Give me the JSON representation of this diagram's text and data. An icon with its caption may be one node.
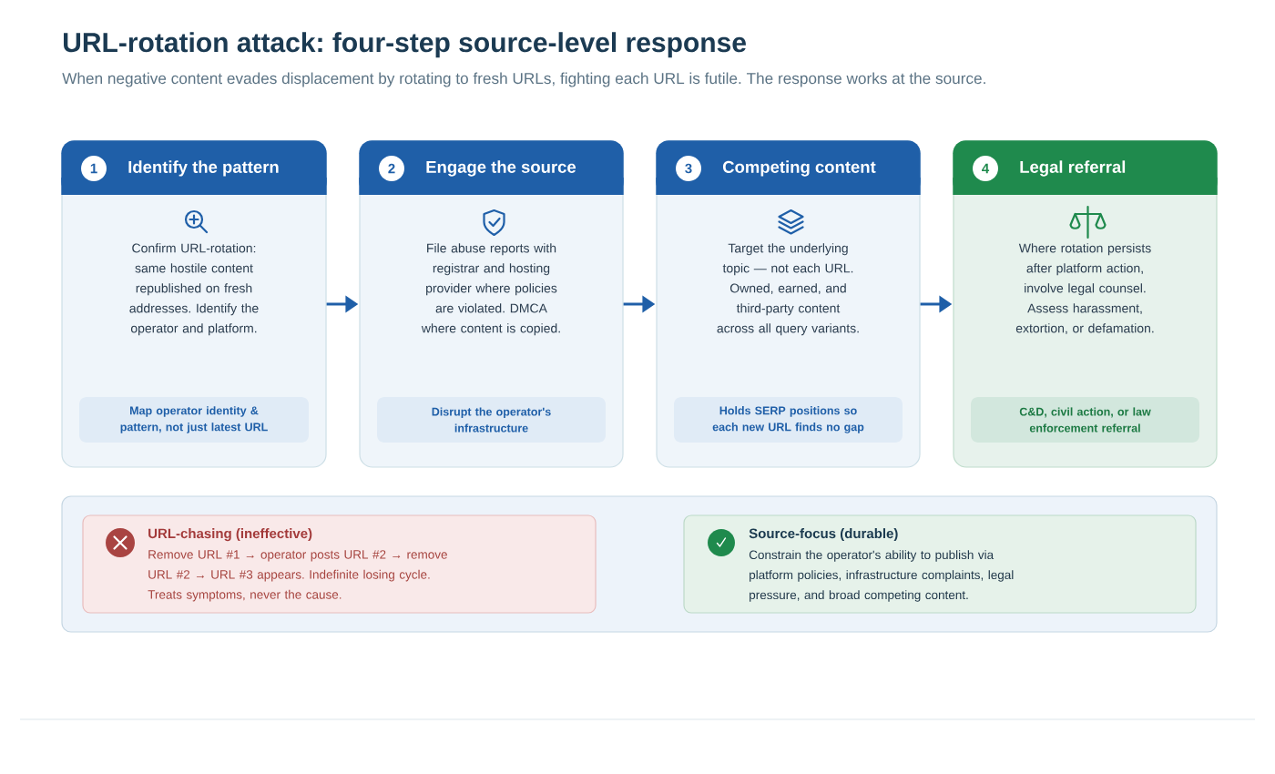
{
  "diagram": {
    "title": "URL-rotation attack: four-step source-level response",
    "nodes": [
      {
        "text": [
          "Identify the pattern",
          "Confirm URL-rotation: same hostile content republished on fresh addresses. Identify the operator and platform."
        ]
      },
      {
        "text": [
          "1"
        ],
        "in": 0
      },
      {
        "text": [
          "Map operator identity & pattern, not just latest URL"
        ],
        "in": 0
      },
      {
        "text": [
          "Engage the source",
          "File abuse reports with registrar and hosting provider where policies are violated. DMCA where content is copied."
        ]
      },
      {
        "text": [
          "2"
        ],
        "in": 3
      },
      {
        "text": [
          "Disrupt the operator's infrastructure"
        ],
        "in": 3
      },
      {
        "text": [
          "Competing content",
          "Target the underlying topic — not each URL. Owned, earned, and third-party content across all query variants."
        ]
      },
      {
        "text": [
          "3"
        ],
        "in": 6
      },
      {
        "text": [
          "Holds SERP positions so each new URL finds no gap"
        ],
        "in": 6
      },
      {
        "text": [
          "Legal referral",
          "Where rotation persists after platform action, involve legal counsel. Assess harassment, extortion, or defamation."
        ]
      },
      {
        "text": [
          "4"
        ],
        "in": 9
      },
      {
        "text": [
          "C&D, civil action, or law enforcement referral"
        ],
        "in": 9
      },
      {
        "text": [],
        "shape": "box"
      },
      {
        "text": [
          "URL-chasing (ineffective)",
          "Remove URL #1 → operator posts URL #2 → remove URL #2 → URL #3 appears. Indefinite losing cycle. Treats symptoms, never the cause."
        ],
        "in": 12
      },
      {
        "text": [
          "Source-focus (durable)",
          "Constrain the operator's ability to publish via platform policies, infrastructure complaints, legal pressure, and broad competing content."
        ],
        "in": 12
      }
    ],
    "edges": [
      {
        "from": 0,
        "to": 3,
        "arrow": "to"
      },
      {
        "from": 3,
        "to": 6,
        "arrow": "to"
      },
      {
        "from": 6,
        "to": 9,
        "arrow": "to"
      }
    ],
    "labels": [
      "When negative content evades displacement by rotating to fresh URLs, fighting each URL is futile. The response works at the source."
    ]
  }
}
